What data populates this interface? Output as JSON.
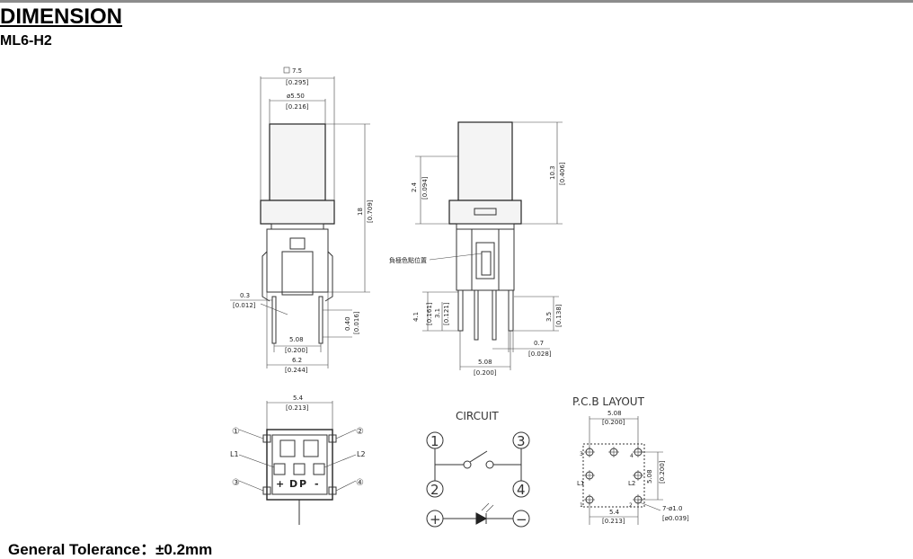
{
  "header": {
    "title": "DIMENSION",
    "model": "ML6-H2"
  },
  "footer": {
    "tolerance": "General Tolerance：±0.2mm"
  },
  "front_view": {
    "square_size": "7.5",
    "square_size_in": "[0.295]",
    "cap_dia": "ø5.50",
    "cap_dia_in": "[0.216]",
    "height": "18",
    "height_in": "[0.709]",
    "lead_thick": "0.3",
    "lead_thick_in": "[0.012]",
    "lead_width": "0.40",
    "lead_width_in": "[0.016]",
    "pitch": "5.08",
    "pitch_in": "[0.200]",
    "overall": "6.2",
    "overall_in": "[0.244]"
  },
  "side_view": {
    "cap_offset": "2.4",
    "cap_offset_in": "[0.094]",
    "cap_height": "10.3",
    "cap_height_in": "[0.406]",
    "note": "負極色點位置",
    "lead_a": "4.1",
    "lead_a_in": "[0.161]",
    "lead_b": "3.1",
    "lead_b_in": "[0.121]",
    "lead_c": "3.5",
    "lead_c_in": "[0.138]",
    "lead_gap": "0.7",
    "lead_gap_in": "[0.028]",
    "pitch": "5.08",
    "pitch_in": "[0.200]"
  },
  "bottom_view": {
    "width": "5.4",
    "width_in": "[0.213]",
    "pin1": "①",
    "pin2": "②",
    "pin3": "③",
    "pin4": "④",
    "l1": "L1",
    "l2": "L2",
    "plus": "+",
    "d": "D",
    "p": "P",
    "minus": "-"
  },
  "circuit": {
    "title": "CIRCUIT",
    "pin1": "1",
    "pin2": "2",
    "pin3": "3",
    "pin4": "4",
    "plus": "+",
    "minus": "−"
  },
  "pcb": {
    "title": "P.C.B  LAYOUT",
    "pitch_top": "5.08",
    "pitch_top_in": "[0.200]",
    "pitch_side": "5.08",
    "pitch_side_in": "[0.200]",
    "width": "5.4",
    "width_in": "[0.213]",
    "holes": "7-ø1.0",
    "holes_in": "[ø0.039]",
    "n1": "1",
    "n2": "2",
    "n3": "3",
    "n4": "4",
    "l1": "L1",
    "l2": "L2"
  }
}
